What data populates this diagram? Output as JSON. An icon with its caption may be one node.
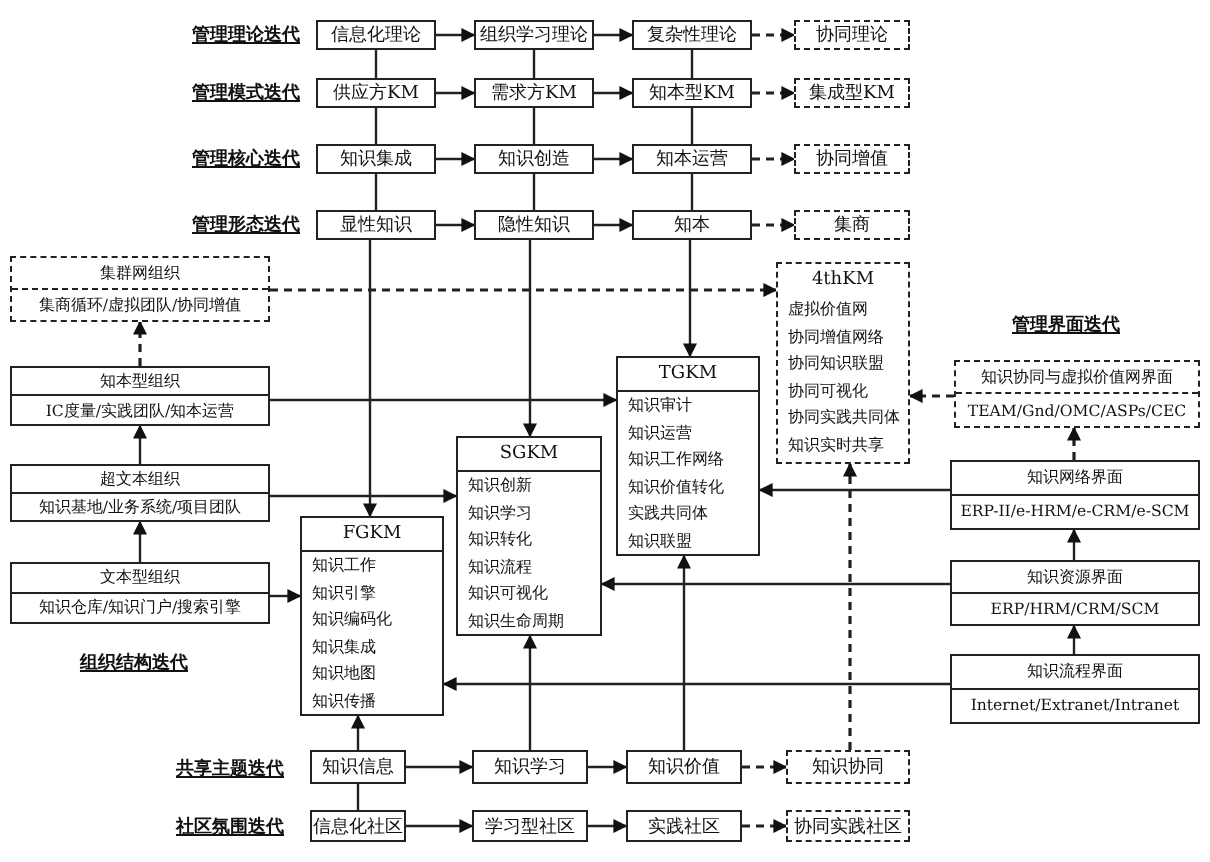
{
  "diagram": {
    "nodes": [
      {
        "text": [
          "信息化理论"
        ]
      },
      {
        "text": [
          "组织学习理论"
        ]
      },
      {
        "text": [
          "复杂性理论"
        ]
      },
      {
        "text": [
          "协同理论"
        ]
      },
      {
        "text": [
          "供应方KM"
        ]
      },
      {
        "text": [
          "需求方KM"
        ]
      },
      {
        "text": [
          "知本型KM"
        ]
      },
      {
        "text": [
          "集成型KM"
        ]
      },
      {
        "text": [
          "知识集成"
        ]
      },
      {
        "text": [
          "知识创造"
        ]
      },
      {
        "text": [
          "知本运营"
        ]
      },
      {
        "text": [
          "协同增值"
        ]
      },
      {
        "text": [
          "显性知识"
        ]
      },
      {
        "text": [
          "隐性知识"
        ]
      },
      {
        "text": [
          "知本"
        ]
      },
      {
        "text": [
          "集商"
        ]
      },
      {
        "text": [
          "集群网组织",
          "集商循环/虚拟团队/协同增值"
        ]
      },
      {
        "text": [
          "知本型组织",
          "IC度量/实践团队/知本运营"
        ]
      },
      {
        "text": [
          "超文本组织",
          "知识基地/业务系统/项目团队"
        ]
      },
      {
        "text": [
          "文本型组织",
          "知识仓库/知识门户/搜索引擎"
        ]
      },
      {
        "text": [
          "FGKM",
          "知识工作",
          "知识引擎",
          "知识编码化",
          "知识集成",
          "知识地图",
          "知识传播"
        ]
      },
      {
        "text": [
          "SGKM",
          "知识创新",
          "知识学习",
          "知识转化",
          "知识流程",
          "知识可视化",
          "知识生命周期"
        ]
      },
      {
        "text": [
          "TGKM",
          "知识审计",
          "知识运营",
          "知识工作网络",
          "知识价值转化",
          "实践共同体",
          "知识联盟"
        ]
      },
      {
        "text": [
          "4thKM",
          "虚拟价值网",
          "协同增值网络",
          "协同知识联盟",
          "协同可视化",
          "协同实践共同体",
          "知识实时共享"
        ]
      },
      {
        "text": [
          "知识协同与虚拟价值网界面",
          "TEAM/Gnd/OMC/ASPs/CEC"
        ]
      },
      {
        "text": [
          "知识网络界面",
          "ERP-II/e-HRM/e-CRM/e-SCM"
        ]
      },
      {
        "text": [
          "知识资源界面",
          "ERP/HRM/CRM/SCM"
        ]
      },
      {
        "text": [
          "知识流程界面",
          "Internet/Extranet/Intranet"
        ]
      },
      {
        "text": [
          "知识信息"
        ]
      },
      {
        "text": [
          "知识学习"
        ]
      },
      {
        "text": [
          "知识价值"
        ]
      },
      {
        "text": [
          "知识协同"
        ]
      },
      {
        "text": [
          "信息化社区"
        ]
      },
      {
        "text": [
          "学习型社区"
        ]
      },
      {
        "text": [
          "实践社区"
        ]
      },
      {
        "text": [
          "协同实践社区"
        ]
      }
    ],
    "edges": [
      {
        "from": 0,
        "to": 1,
        "arrow": "to"
      },
      {
        "from": 1,
        "to": 2,
        "arrow": "to"
      },
      {
        "from": 2,
        "to": 3,
        "arrow": "to",
        "style": "dashed"
      },
      {
        "from": 4,
        "to": 5,
        "arrow": "to"
      },
      {
        "from": 5,
        "to": 6,
        "arrow": "to"
      },
      {
        "from": 6,
        "to": 7,
        "arrow": "to",
        "style": "dashed"
      },
      {
        "from": 8,
        "to": 9,
        "arrow": "to"
      },
      {
        "from": 9,
        "to": 10,
        "arrow": "to"
      },
      {
        "from": 10,
        "to": 11,
        "arrow": "to",
        "style": "dashed"
      },
      {
        "from": 12,
        "to": 13,
        "arrow": "to"
      },
      {
        "from": 13,
        "to": 14,
        "arrow": "to"
      },
      {
        "from": 14,
        "to": 15,
        "arrow": "to",
        "style": "dashed"
      },
      {
        "from": 0,
        "to": 4,
        "arrow": "none"
      },
      {
        "from": 4,
        "to": 8,
        "arrow": "none"
      },
      {
        "from": 8,
        "to": 12,
        "arrow": "none"
      },
      {
        "from": 1,
        "to": 5,
        "arrow": "none"
      },
      {
        "from": 5,
        "to": 9,
        "arrow": "none"
      },
      {
        "from": 9,
        "to": 13,
        "arrow": "none"
      },
      {
        "from": 2,
        "to": 6,
        "arrow": "none"
      },
      {
        "from": 6,
        "to": 10,
        "arrow": "none"
      },
      {
        "from": 10,
        "to": 14,
        "arrow": "none"
      },
      {
        "from": 12,
        "to": 20,
        "arrow": "to"
      },
      {
        "from": 13,
        "to": 21,
        "arrow": "to"
      },
      {
        "from": 14,
        "to": 22,
        "arrow": "to"
      },
      {
        "from": 19,
        "to": 18,
        "arrow": "to"
      },
      {
        "from": 18,
        "to": 17,
        "arrow": "to"
      },
      {
        "from": 17,
        "to": 16,
        "arrow": "to",
        "style": "dashed"
      },
      {
        "from": 19,
        "to": 20,
        "arrow": "to"
      },
      {
        "from": 18,
        "to": 21,
        "arrow": "to"
      },
      {
        "from": 17,
        "to": 22,
        "arrow": "to"
      },
      {
        "from": 16,
        "to": 23,
        "arrow": "to",
        "style": "dashed"
      },
      {
        "from": 27,
        "to": 26,
        "arrow": "to"
      },
      {
        "from": 26,
        "to": 25,
        "arrow": "to"
      },
      {
        "from": 25,
        "to": 24,
        "arrow": "to",
        "style": "dashed"
      },
      {
        "from": 24,
        "to": 23,
        "arrow": "to",
        "style": "dashed"
      },
      {
        "from": 25,
        "to": 22,
        "arrow": "to"
      },
      {
        "from": 26,
        "to": 21,
        "arrow": "to"
      },
      {
        "from": 27,
        "to": 20,
        "arrow": "to"
      },
      {
        "from": 28,
        "to": 29,
        "arrow": "to"
      },
      {
        "from": 29,
        "to": 30,
        "arrow": "to"
      },
      {
        "from": 30,
        "to": 31,
        "arrow": "to",
        "style": "dashed"
      },
      {
        "from": 32,
        "to": 33,
        "arrow": "to"
      },
      {
        "from": 33,
        "to": 34,
        "arrow": "to"
      },
      {
        "from": 34,
        "to": 35,
        "arrow": "to",
        "style": "dashed"
      },
      {
        "from": 32,
        "to": 28,
        "arrow": "none"
      },
      {
        "from": 28,
        "to": 20,
        "arrow": "to"
      },
      {
        "from": 29,
        "to": 21,
        "arrow": "to"
      },
      {
        "from": 30,
        "to": 22,
        "arrow": "to"
      },
      {
        "from": 31,
        "to": 23,
        "arrow": "to",
        "style": "dashed"
      }
    ],
    "labels": [
      "管理理论迭代",
      "管理模式迭代",
      "管理核心迭代",
      "管理形态迭代",
      "管理界面迭代",
      "组织结构迭代",
      "共享主题迭代",
      "社区氛围迭代"
    ]
  }
}
